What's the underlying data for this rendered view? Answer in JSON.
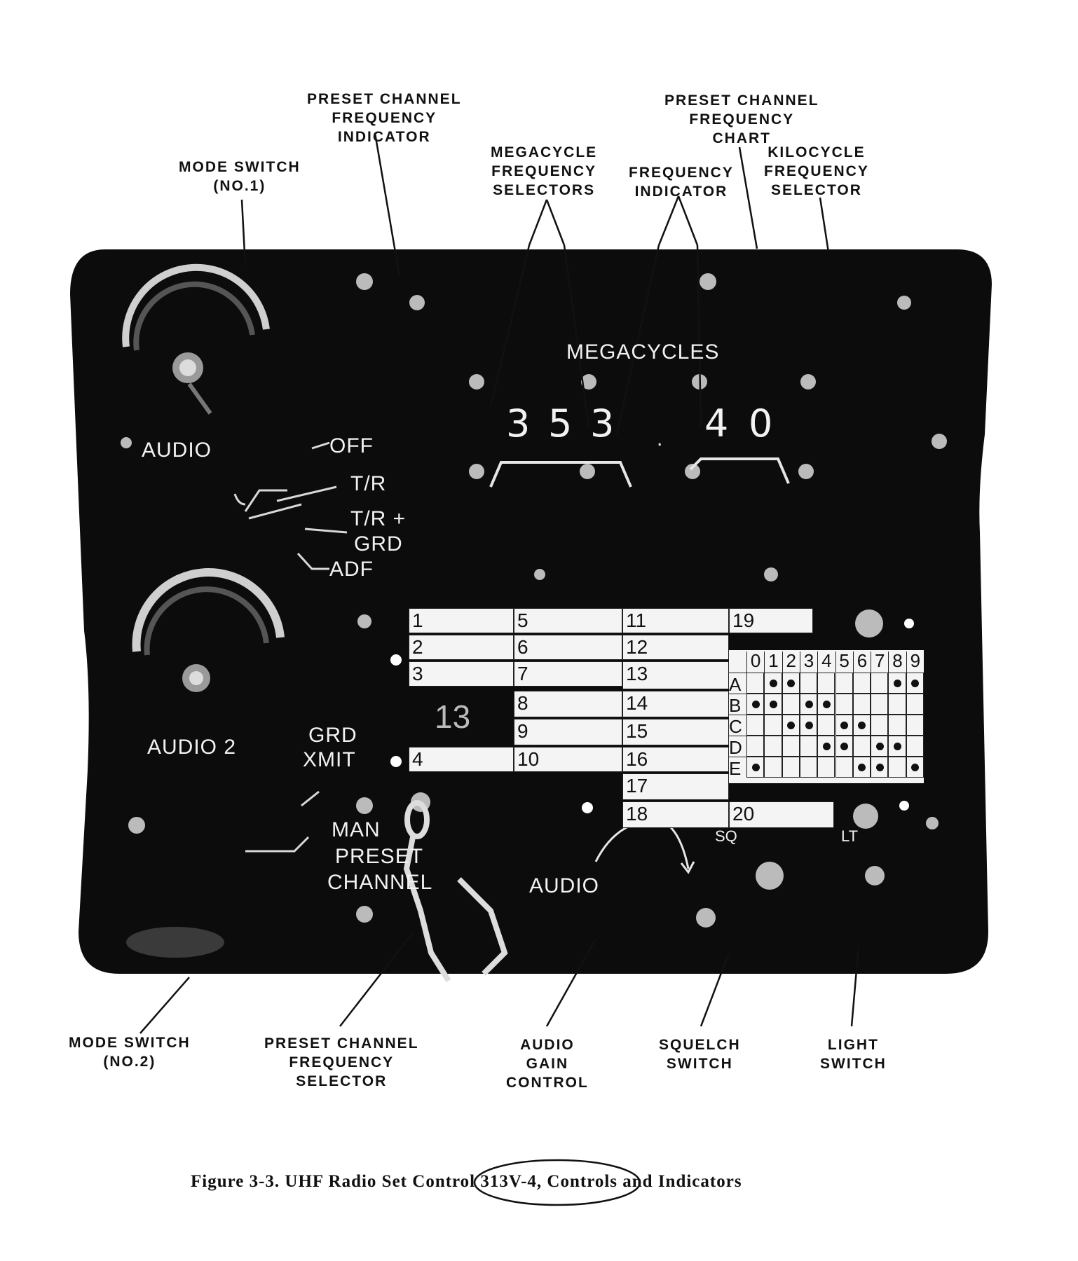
{
  "callouts": {
    "mode_switch_1": [
      "MODE SWITCH",
      "(NO.1)"
    ],
    "preset_channel_frequency_indicator": [
      "PRESET CHANNEL",
      "FREQUENCY",
      "INDICATOR"
    ],
    "megacycle_frequency_selectors": [
      "MEGACYCLE",
      "FREQUENCY",
      "SELECTORS"
    ],
    "frequency_indicator": [
      "FREQUENCY",
      "INDICATOR"
    ],
    "preset_channel_frequency_chart": [
      "PRESET CHANNEL",
      "FREQUENCY",
      "CHART"
    ],
    "kilocycle_frequency_selector": [
      "KILOCYCLE",
      "FREQUENCY",
      "SELECTOR"
    ],
    "mode_switch_2": [
      "MODE SWITCH",
      "(NO.2)"
    ],
    "preset_channel_frequency_selector": [
      "PRESET CHANNEL",
      "FREQUENCY",
      "SELECTOR"
    ],
    "audio_gain_control": [
      "AUDIO",
      "GAIN",
      "CONTROL"
    ],
    "squelch_switch": [
      "SQUELCH",
      "SWITCH"
    ],
    "light_switch": [
      "LIGHT",
      "SWITCH"
    ]
  },
  "panel": {
    "megacycles_label": "MEGACYCLES",
    "frequency_digits": [
      "3",
      "5",
      "3",
      ".",
      "4",
      "0"
    ],
    "audio_1_label": "AUDIO",
    "audio_2_label": "AUDIO 2",
    "mode_positions": [
      "OFF",
      "T/R",
      "T/R +",
      "GRD",
      "ADF"
    ],
    "grd_xmit": [
      "GRD",
      "XMIT"
    ],
    "man_preset": [
      "MAN",
      "PRESET",
      "CHANNEL"
    ],
    "preset_indicator_value": "13",
    "audio_gain_label": "AUDIO",
    "squelch_label": "SQ",
    "light_label": "LT"
  },
  "preset_chart": {
    "col1": [
      "1",
      "2",
      "3",
      "4"
    ],
    "col2": [
      "5",
      "6",
      "7",
      "8",
      "9",
      "10"
    ],
    "col3": [
      "11",
      "12",
      "13",
      "14",
      "15",
      "16",
      "17",
      "18"
    ],
    "col4": [
      "19",
      "20"
    ]
  },
  "kilocycle_chart": {
    "columns": [
      "0",
      "1",
      "2",
      "3",
      "4",
      "5",
      "6",
      "7",
      "8",
      "9"
    ],
    "rows": [
      "A",
      "B",
      "C",
      "D",
      "E"
    ],
    "dots": {
      "A": [
        1,
        2,
        8,
        9
      ],
      "B": [
        0,
        1,
        3,
        4
      ],
      "C": [
        2,
        3,
        5,
        6
      ],
      "D": [
        4,
        5,
        7,
        8
      ],
      "E": [
        0,
        6,
        7,
        9
      ]
    }
  },
  "caption": "Figure 3-3.  UHF Radio Set Control 313V-4, Controls and Indicators"
}
